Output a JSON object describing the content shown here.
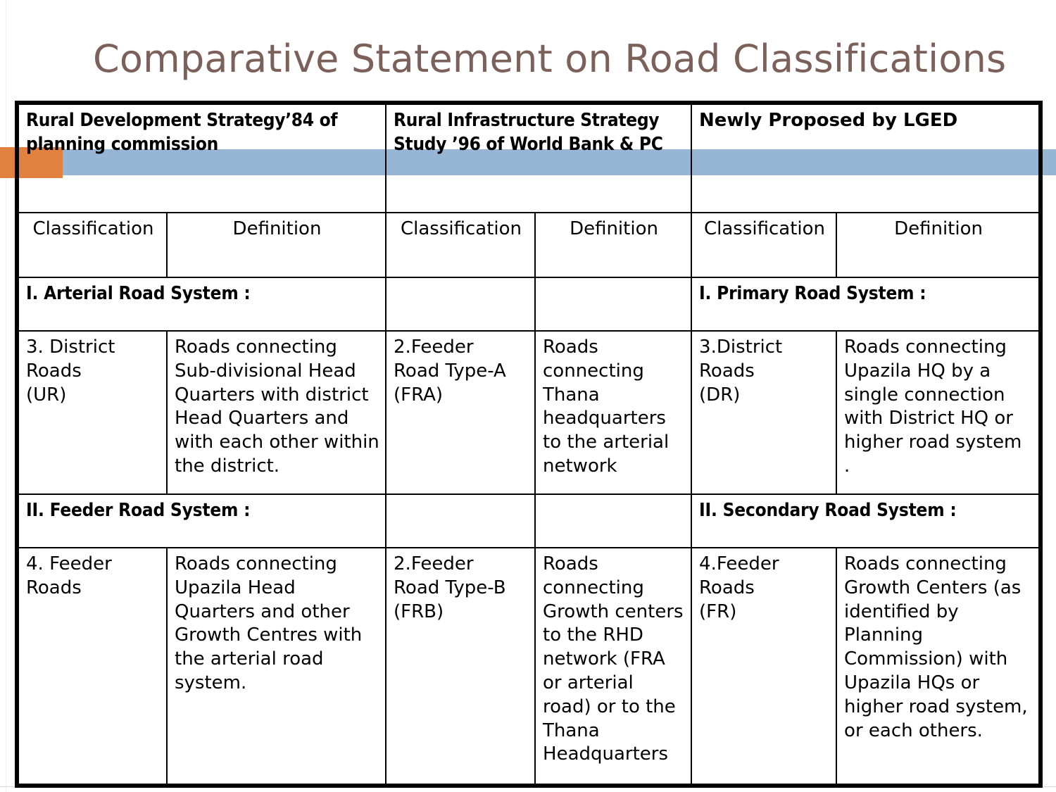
{
  "title": "Comparative Statement on Road Classifications",
  "colors": {
    "title_text": "#7B6159",
    "band_blue": "#97B5D5",
    "band_orange": "#E0813F",
    "table_border": "#000000",
    "page_background": "#FFFFFF"
  },
  "table": {
    "group_headers": [
      "Rural Development Strategy’84 of planning commission",
      "Rural Infrastructure Strategy Study ’96 of World Bank & PC",
      "Newly Proposed by LGED"
    ],
    "sub_headers": [
      "Classification",
      "Definition",
      "Classification",
      "Definition",
      "Classification",
      "Definition"
    ],
    "sections": [
      {
        "system_row": {
          "col1": "I. Arterial Road System :",
          "col2": "",
          "col3": "",
          "col4": "I. Primary Road System :"
        },
        "data_row": {
          "classification_1": "3. District\n    Roads\n       (UR)",
          "definition_1": "Roads connecting Sub-divisional Head Quarters with district Head Quarters and with each other within the district.",
          "classification_2": "2.Feeder\nRoad Type-A\n      (FRA)",
          "definition_2": "Roads connecting Thana headquarters to the arterial network",
          "classification_3": "3.District\n    Roads\n      (DR)",
          "definition_3": "Roads connecting Upazila HQ  by a single connection with District HQ or higher road system ."
        }
      },
      {
        "system_row": {
          "col1": "II. Feeder Road System :",
          "col2": "",
          "col3": "",
          "col4": "II. Secondary Road System :"
        },
        "data_row": {
          "classification_1": "4. Feeder\n     Roads",
          "definition_1": "Roads connecting Upazila Head Quarters and other Growth Centres with the arterial road system.",
          "classification_2": "2.Feeder\nRoad Type-B\n     (FRB)",
          "definition_2": "Roads connecting Growth centers to the RHD network (FRA or arterial road) or to the Thana Headquarters",
          "classification_3": "4.Feeder\n    Roads\n     (FR)",
          "definition_3": "Roads connecting Growth Centers (as identified by Planning Commission) with Upazila HQs or higher road system, or each others."
        }
      }
    ]
  }
}
